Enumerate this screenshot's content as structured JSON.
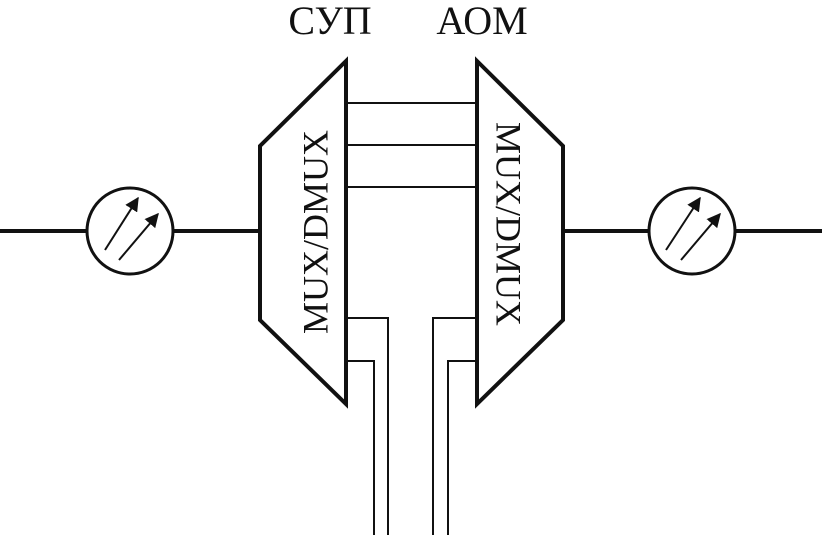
{
  "labels": {
    "left_block_title": "СУП",
    "right_block_title": "АОМ",
    "left_block_text": "MUX/DMUX",
    "right_block_text": "MUX/DMUX"
  },
  "colors": {
    "line": "#111111",
    "background": "#ffffff"
  },
  "icons": {
    "left_amplifier": "amplifier-icon",
    "right_amplifier": "amplifier-icon"
  }
}
